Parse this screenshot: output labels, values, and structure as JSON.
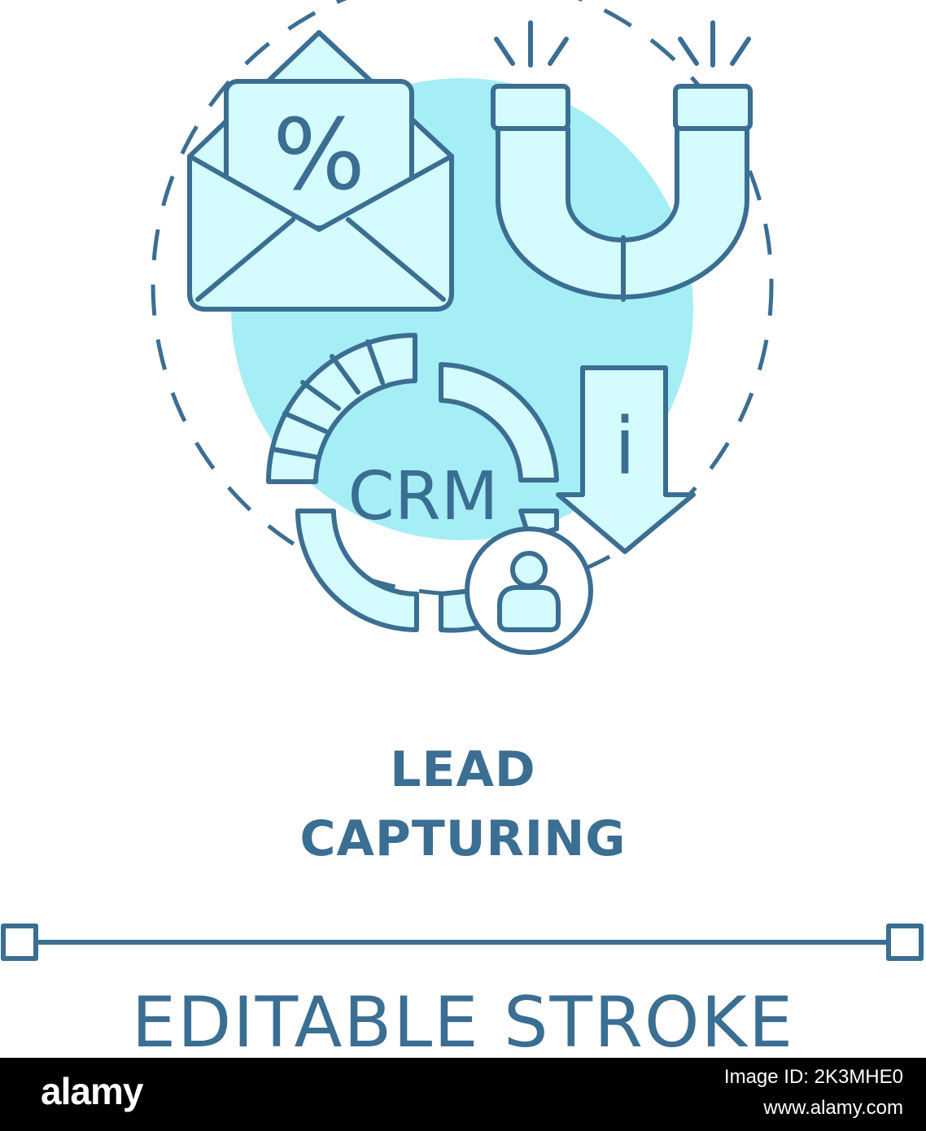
{
  "colors": {
    "stroke": "#3b6e93",
    "fill": "#d4fbfd",
    "accent_circle": "#a6eef5",
    "background": "#ffffff",
    "footer_bg": "#000000",
    "footer_text": "#ffffff"
  },
  "icon": {
    "crm_label": "CRM",
    "percent_symbol": "%",
    "info_symbol": "i"
  },
  "caption": {
    "line1": "LEAD",
    "line2": "CAPTURING"
  },
  "editable_label": "EDITABLE STROKE",
  "footer": {
    "brand": "alamy",
    "image_id": "Image ID: 2K3MHE0",
    "site": "www.alamy.com"
  }
}
